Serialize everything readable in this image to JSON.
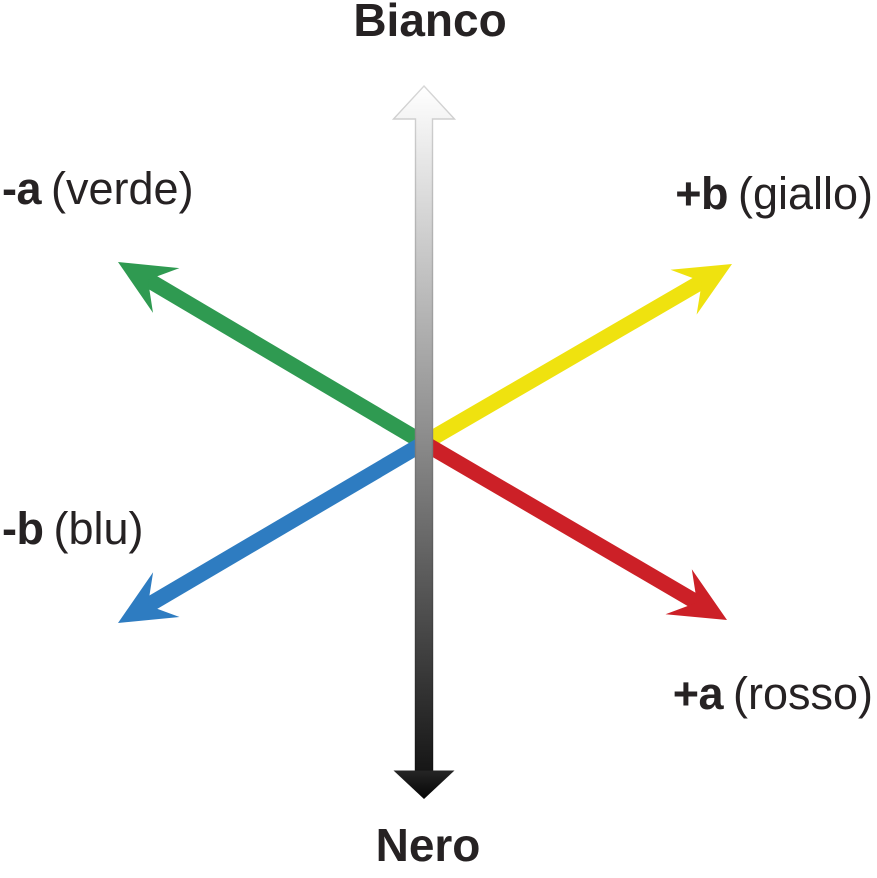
{
  "diagram": {
    "type": "cielab-color-axes",
    "lightness_axis": {
      "top_label": "Bianco",
      "bottom_label": "Nero"
    },
    "axes": {
      "green": {
        "symbol": "-a",
        "name": "(verde)"
      },
      "yellow": {
        "symbol": "+b",
        "name": "(giallo)"
      },
      "blue": {
        "symbol": "-b",
        "name": "(blu)"
      },
      "red": {
        "symbol": "+a",
        "name": "(rosso)"
      }
    },
    "colors": {
      "green": "#2F9A51",
      "yellow": "#EFE20F",
      "blue": "#2E7CC1",
      "red": "#CC2027",
      "text": "#262223",
      "white_pole": "#FFFFFF",
      "black_pole": "#141414"
    }
  }
}
